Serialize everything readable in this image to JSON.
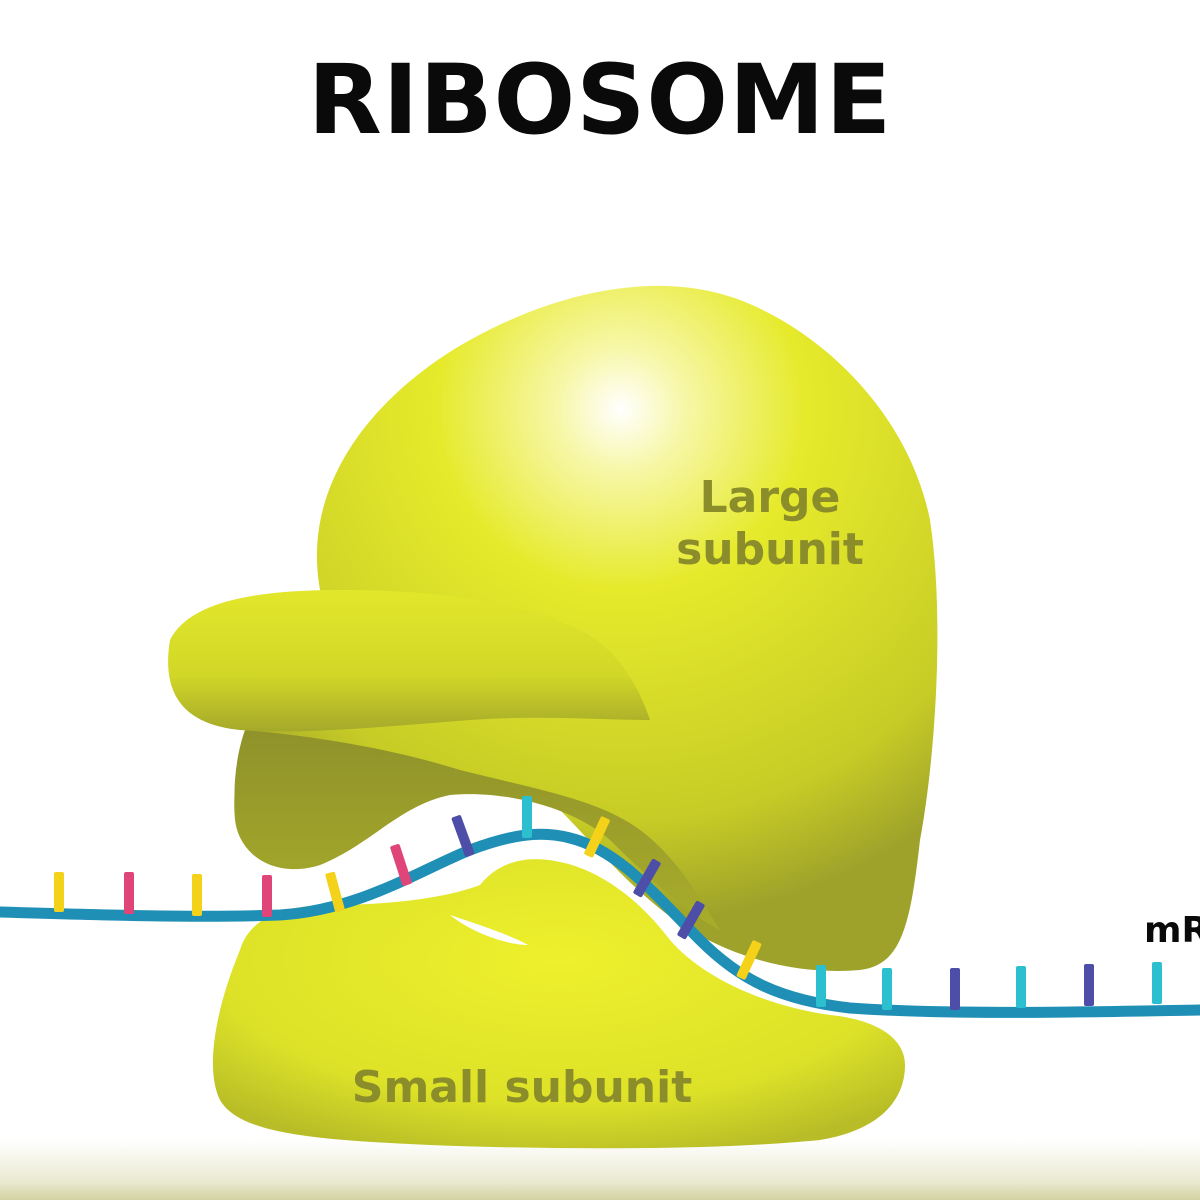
{
  "title": "RIBOSOME",
  "labels": {
    "large_subunit_line1": "Large",
    "large_subunit_line2": "subunit",
    "small_subunit": "Small subunit",
    "mrna": "mRNA"
  },
  "colors": {
    "subunit_fill": "#e3e82a",
    "subunit_shadow": "#a8ad2c",
    "label_text": "#8a8d2a",
    "strand": "#1f8fb5",
    "base_yellow": "#f5d21a",
    "base_pink": "#e0457a",
    "base_purple": "#4d4ea8",
    "base_cyan": "#2bbfcf"
  }
}
